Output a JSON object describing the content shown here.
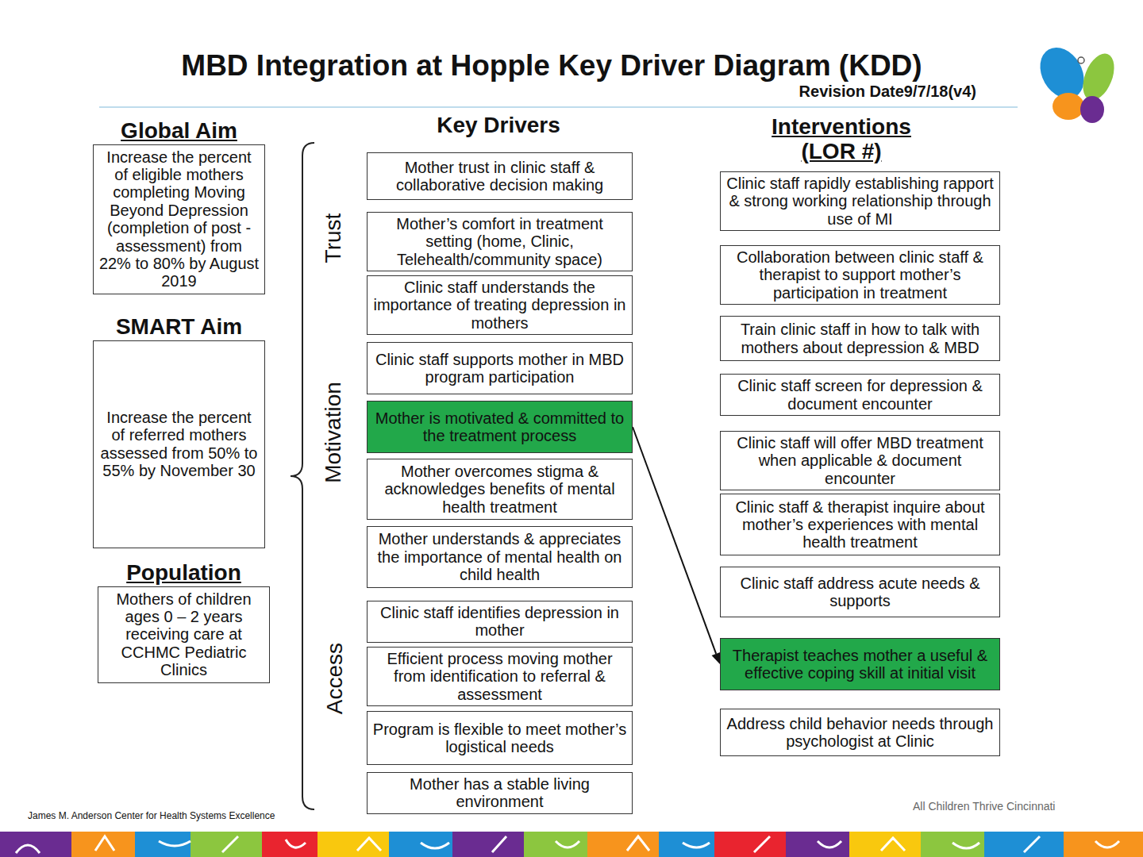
{
  "diagram": {
    "title": "MBD Integration at Hopple Key Driver Diagram (KDD)",
    "nodes": [
      {
        "text": [
          "Global Aim",
          "Increase the percent of eligible mothers completing Moving Beyond Depression (completion of post -assessment) from 22% to 80% by August 2019"
        ]
      },
      {
        "text": [
          "SMART Aim",
          "Increase the percent of referred mothers assessed from 50% to 55% by November 30"
        ]
      },
      {
        "text": [
          "Population",
          "Mothers of children ages 0 – 2 years receiving care at CCHMC Pediatric Clinics"
        ]
      },
      {
        "text": [
          "Mother trust in clinic staff & collaborative decision making"
        ]
      },
      {
        "text": [
          "Mother’s comfort in treatment setting (home, Clinic, Telehealth/community space)"
        ]
      },
      {
        "text": [
          "Clinic staff understands the importance of treating depression in mothers"
        ]
      },
      {
        "text": [
          "Clinic staff supports mother in MBD program participation"
        ]
      },
      {
        "text": [
          "Mother is motivated & committed to the treatment process"
        ]
      },
      {
        "text": [
          "Mother overcomes stigma & acknowledges benefits of mental health treatment"
        ]
      },
      {
        "text": [
          "Mother understands & appreciates the importance of mental health on child health"
        ]
      },
      {
        "text": [
          "Clinic staff identifies depression in mother"
        ]
      },
      {
        "text": [
          "Efficient process moving mother from identification to referral & assessment"
        ]
      },
      {
        "text": [
          "Program is flexible to meet mother’s logistical needs"
        ]
      },
      {
        "text": [
          "Mother has a stable living environment"
        ]
      },
      {
        "text": [
          "Clinic staff rapidly establishing rapport & strong working relationship through use of MI"
        ]
      },
      {
        "text": [
          "Collaboration between clinic staff & therapist to support mother’s participation in treatment"
        ]
      },
      {
        "text": [
          "Train clinic staff in how to talk with mothers about depression & MBD"
        ]
      },
      {
        "text": [
          "Clinic staff screen for depression & document encounter"
        ]
      },
      {
        "text": [
          "Clinic staff will offer MBD treatment when applicable & document encounter"
        ]
      },
      {
        "text": [
          "Clinic staff & therapist inquire about mother’s experiences with mental health treatment"
        ]
      },
      {
        "text": [
          "Clinic staff address acute needs & supports"
        ]
      },
      {
        "text": [
          "Therapist teaches mother a useful & effective coping skill at initial visit"
        ]
      },
      {
        "text": [
          "Address child behavior needs through psychologist at Clinic"
        ]
      }
    ],
    "edges": [
      {
        "from": 7,
        "to": 21,
        "arrow": "to"
      }
    ],
    "labels": [
      "Revision Date9/7/18(v4)",
      "Key Drivers",
      "Interventions (LOR #)",
      "Trust",
      "Motivation",
      "Access",
      "James M. Anderson Center for Health Systems Excellence",
      "All Children Thrive Cincinnati"
    ]
  }
}
